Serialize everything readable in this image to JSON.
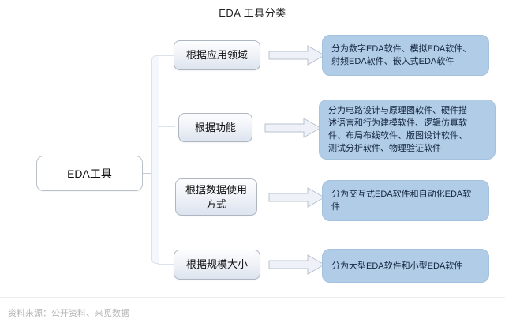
{
  "diagram": {
    "title": "EDA 工具分类",
    "root": {
      "label": "EDA工具"
    },
    "branches": [
      {
        "label": "根据应用领域",
        "arrow_icon": "right-arrow-icon",
        "description_lines": [
          "分为数字EDA软件、模拟EDA软件、",
          "射频EDA软件、嵌入式EDA软件"
        ]
      },
      {
        "label": "根据功能",
        "arrow_icon": "right-arrow-icon",
        "description_lines": [
          "分为电路设计与原理图软件、硬件描",
          "述语言和行为建模软件、逻辑仿真软",
          "件、布局布线软件、版图设计软件、",
          "测试分析软件、物理验证软件"
        ]
      },
      {
        "label": "根据数据使用\n方式",
        "arrow_icon": "right-arrow-icon",
        "description_lines": [
          "分为交互式EDA软件和自动化EDA软",
          "件"
        ]
      },
      {
        "label": "根据规模大小",
        "arrow_icon": "right-arrow-icon",
        "description_lines": [
          "分为大型EDA软件和小型EDA软件"
        ]
      }
    ],
    "footer": "资料来源：公开资料、来觅数据",
    "colors": {
      "background": "#ffffff",
      "description_fill": "#b1cce7",
      "description_text": "#12243d",
      "branch_fill": "#dde4ef",
      "branch_border": "#aeb6c2",
      "connector": "#dbe2ec",
      "arrow_fill": "#eef2f8",
      "arrow_stroke": "#b9c2cf",
      "footer_text": "#b4b4b4"
    }
  }
}
